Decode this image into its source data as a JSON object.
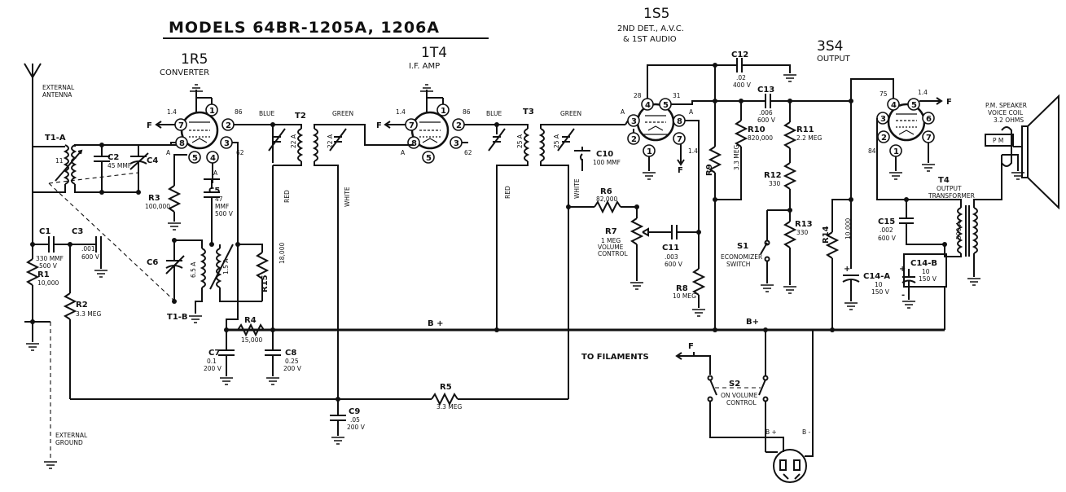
{
  "title": "MODELS 64BR-1205A, 1206A",
  "tubes": {
    "v1": {
      "name": "1R5",
      "function": "CONVERTER"
    },
    "v2": {
      "name": "1T4",
      "function": "I.F. AMP"
    },
    "v3": {
      "name": "1S5",
      "function_line1": "2ND DET., A.V.C.",
      "function_line2": "& 1ST AUDIO"
    },
    "v4": {
      "name": "3S4",
      "function": "OUTPUT"
    }
  },
  "pins": {
    "v1": {
      "p1": "1",
      "p2": "2",
      "p3": "3",
      "p4": "4",
      "p5": "5",
      "p7": "7",
      "p8": "8",
      "a1": "1.4",
      "a2": "86",
      "a3": "62",
      "fl": "F",
      "al": "A"
    },
    "v2": {
      "p1": "1",
      "p2": "2",
      "p3": "3",
      "p5": "5",
      "p7": "7",
      "p8": "8",
      "a1": "1.4",
      "a2": "86",
      "a3": "62",
      "fl": "F",
      "al": "A"
    },
    "v3": {
      "p1": "1",
      "p2": "2",
      "p3": "3",
      "p4": "4",
      "p5": "5",
      "p7": "7",
      "p8": "8",
      "a1": "28",
      "a2": "31",
      "a3": "1.4",
      "fl": "F",
      "al": "A",
      "al2": "A"
    },
    "v4": {
      "p1": "1",
      "p2": "2",
      "p3": "3",
      "p4": "4",
      "p5": "5",
      "p6": "6",
      "p7": "7",
      "a1": "75",
      "a2": "1.4",
      "a3": "84",
      "fl": "F"
    }
  },
  "antenna": {
    "line1": "EXTERNAL",
    "line2": "ANTENNA"
  },
  "ground": {
    "line1": "EXTERNAL",
    "line2": "GROUND"
  },
  "transformers": {
    "t1a": "T1-A",
    "t1b": "T1-B",
    "t2": "T2",
    "t3": "T3",
    "t4": {
      "name": "T4",
      "line1": "OUTPUT",
      "line2": "TRANSFORMER",
      "value": "500 A"
    },
    "t1a_coil": "11",
    "t1b_coil1": "6.5 A",
    "t1b_coil2": "1.5 A",
    "t2_coil1": "22 A",
    "t2_coil2": "22 A",
    "t3_coil1": "25 A",
    "t3_coil2": "25 A",
    "wire_blue": "BLUE",
    "wire_green": "GREEN",
    "wire_red": "RED",
    "wire_white": "WHITE"
  },
  "components": {
    "c1": {
      "ref": "C1",
      "v1": "330 MMF",
      "v2": "500 V"
    },
    "c2": {
      "ref": "C2",
      "v1": "45 MMF"
    },
    "c3": {
      "ref": "C3",
      "v1": ".001",
      "v2": "600 V"
    },
    "c4": {
      "ref": "C4"
    },
    "c5": {
      "ref": "C5",
      "v1": "47",
      "v2": "MMF",
      "v3": "500 V"
    },
    "c6": {
      "ref": "C6"
    },
    "c7": {
      "ref": "C7",
      "v1": "0.1",
      "v2": "200 V"
    },
    "c8": {
      "ref": "C8",
      "v1": "0.25",
      "v2": "200 V"
    },
    "c9": {
      "ref": "C9",
      "v1": ".05",
      "v2": "200 V"
    },
    "c10": {
      "ref": "C10",
      "v1": "100 MMF"
    },
    "c11": {
      "ref": "C11",
      "v1": ".003",
      "v2": "600 V"
    },
    "c12": {
      "ref": "C12",
      "v1": ".02",
      "v2": "400 V"
    },
    "c13": {
      "ref": "C13",
      "v1": ".006",
      "v2": "600 V"
    },
    "c14a": {
      "ref": "C14-A",
      "v1": "10",
      "v2": "150 V"
    },
    "c14b": {
      "ref": "C14-B",
      "v1": "10",
      "v2": "150 V"
    },
    "c15": {
      "ref": "C15",
      "v1": ".002",
      "v2": "600 V"
    },
    "r1": {
      "ref": "R1",
      "v1": "10,000"
    },
    "r2": {
      "ref": "R2",
      "v1": "3.3 MEG"
    },
    "r3": {
      "ref": "R3",
      "v1": "100,000"
    },
    "r4": {
      "ref": "R4",
      "v1": "15,000"
    },
    "r5": {
      "ref": "R5",
      "v1": "3.3 MEG"
    },
    "r6": {
      "ref": "R6",
      "v1": "82,000"
    },
    "r7": {
      "ref": "R7",
      "v1": "1 MEG",
      "v2": "VOLUME",
      "v3": "CONTROL"
    },
    "r8": {
      "ref": "R8",
      "v1": "10 MEG"
    },
    "r9": {
      "ref": "R9",
      "v1": "3.3 MEG"
    },
    "r10": {
      "ref": "R10",
      "v1": "820,000"
    },
    "r11": {
      "ref": "R11",
      "v1": "2.2 MEG"
    },
    "r12": {
      "ref": "R12",
      "v1": "330"
    },
    "r13": {
      "ref": "R13",
      "v1": "330"
    },
    "r14": {
      "ref": "R14",
      "v1": "10,000"
    },
    "r15": {
      "ref": "R15",
      "v1": "18,000"
    }
  },
  "switches": {
    "s1": {
      "ref": "S1",
      "line1": "ECONOMIZER",
      "line2": "SWITCH"
    },
    "s2": {
      "ref": "S2",
      "line1": "ON VOLUME",
      "line2": "CONTROL"
    }
  },
  "speaker": {
    "line1": "P.M. SPEAKER",
    "line2": "VOICE COIL",
    "line3": "3.2 OHMS",
    "box": "P M"
  },
  "bplus1": "B +",
  "bplus2": "B+",
  "filaments": "TO FILAMENTS",
  "f_label": "F",
  "plug": {
    "bplus": "B +",
    "bminus": "B -"
  },
  "polarity": {
    "plus": "+",
    "minus": "-"
  }
}
